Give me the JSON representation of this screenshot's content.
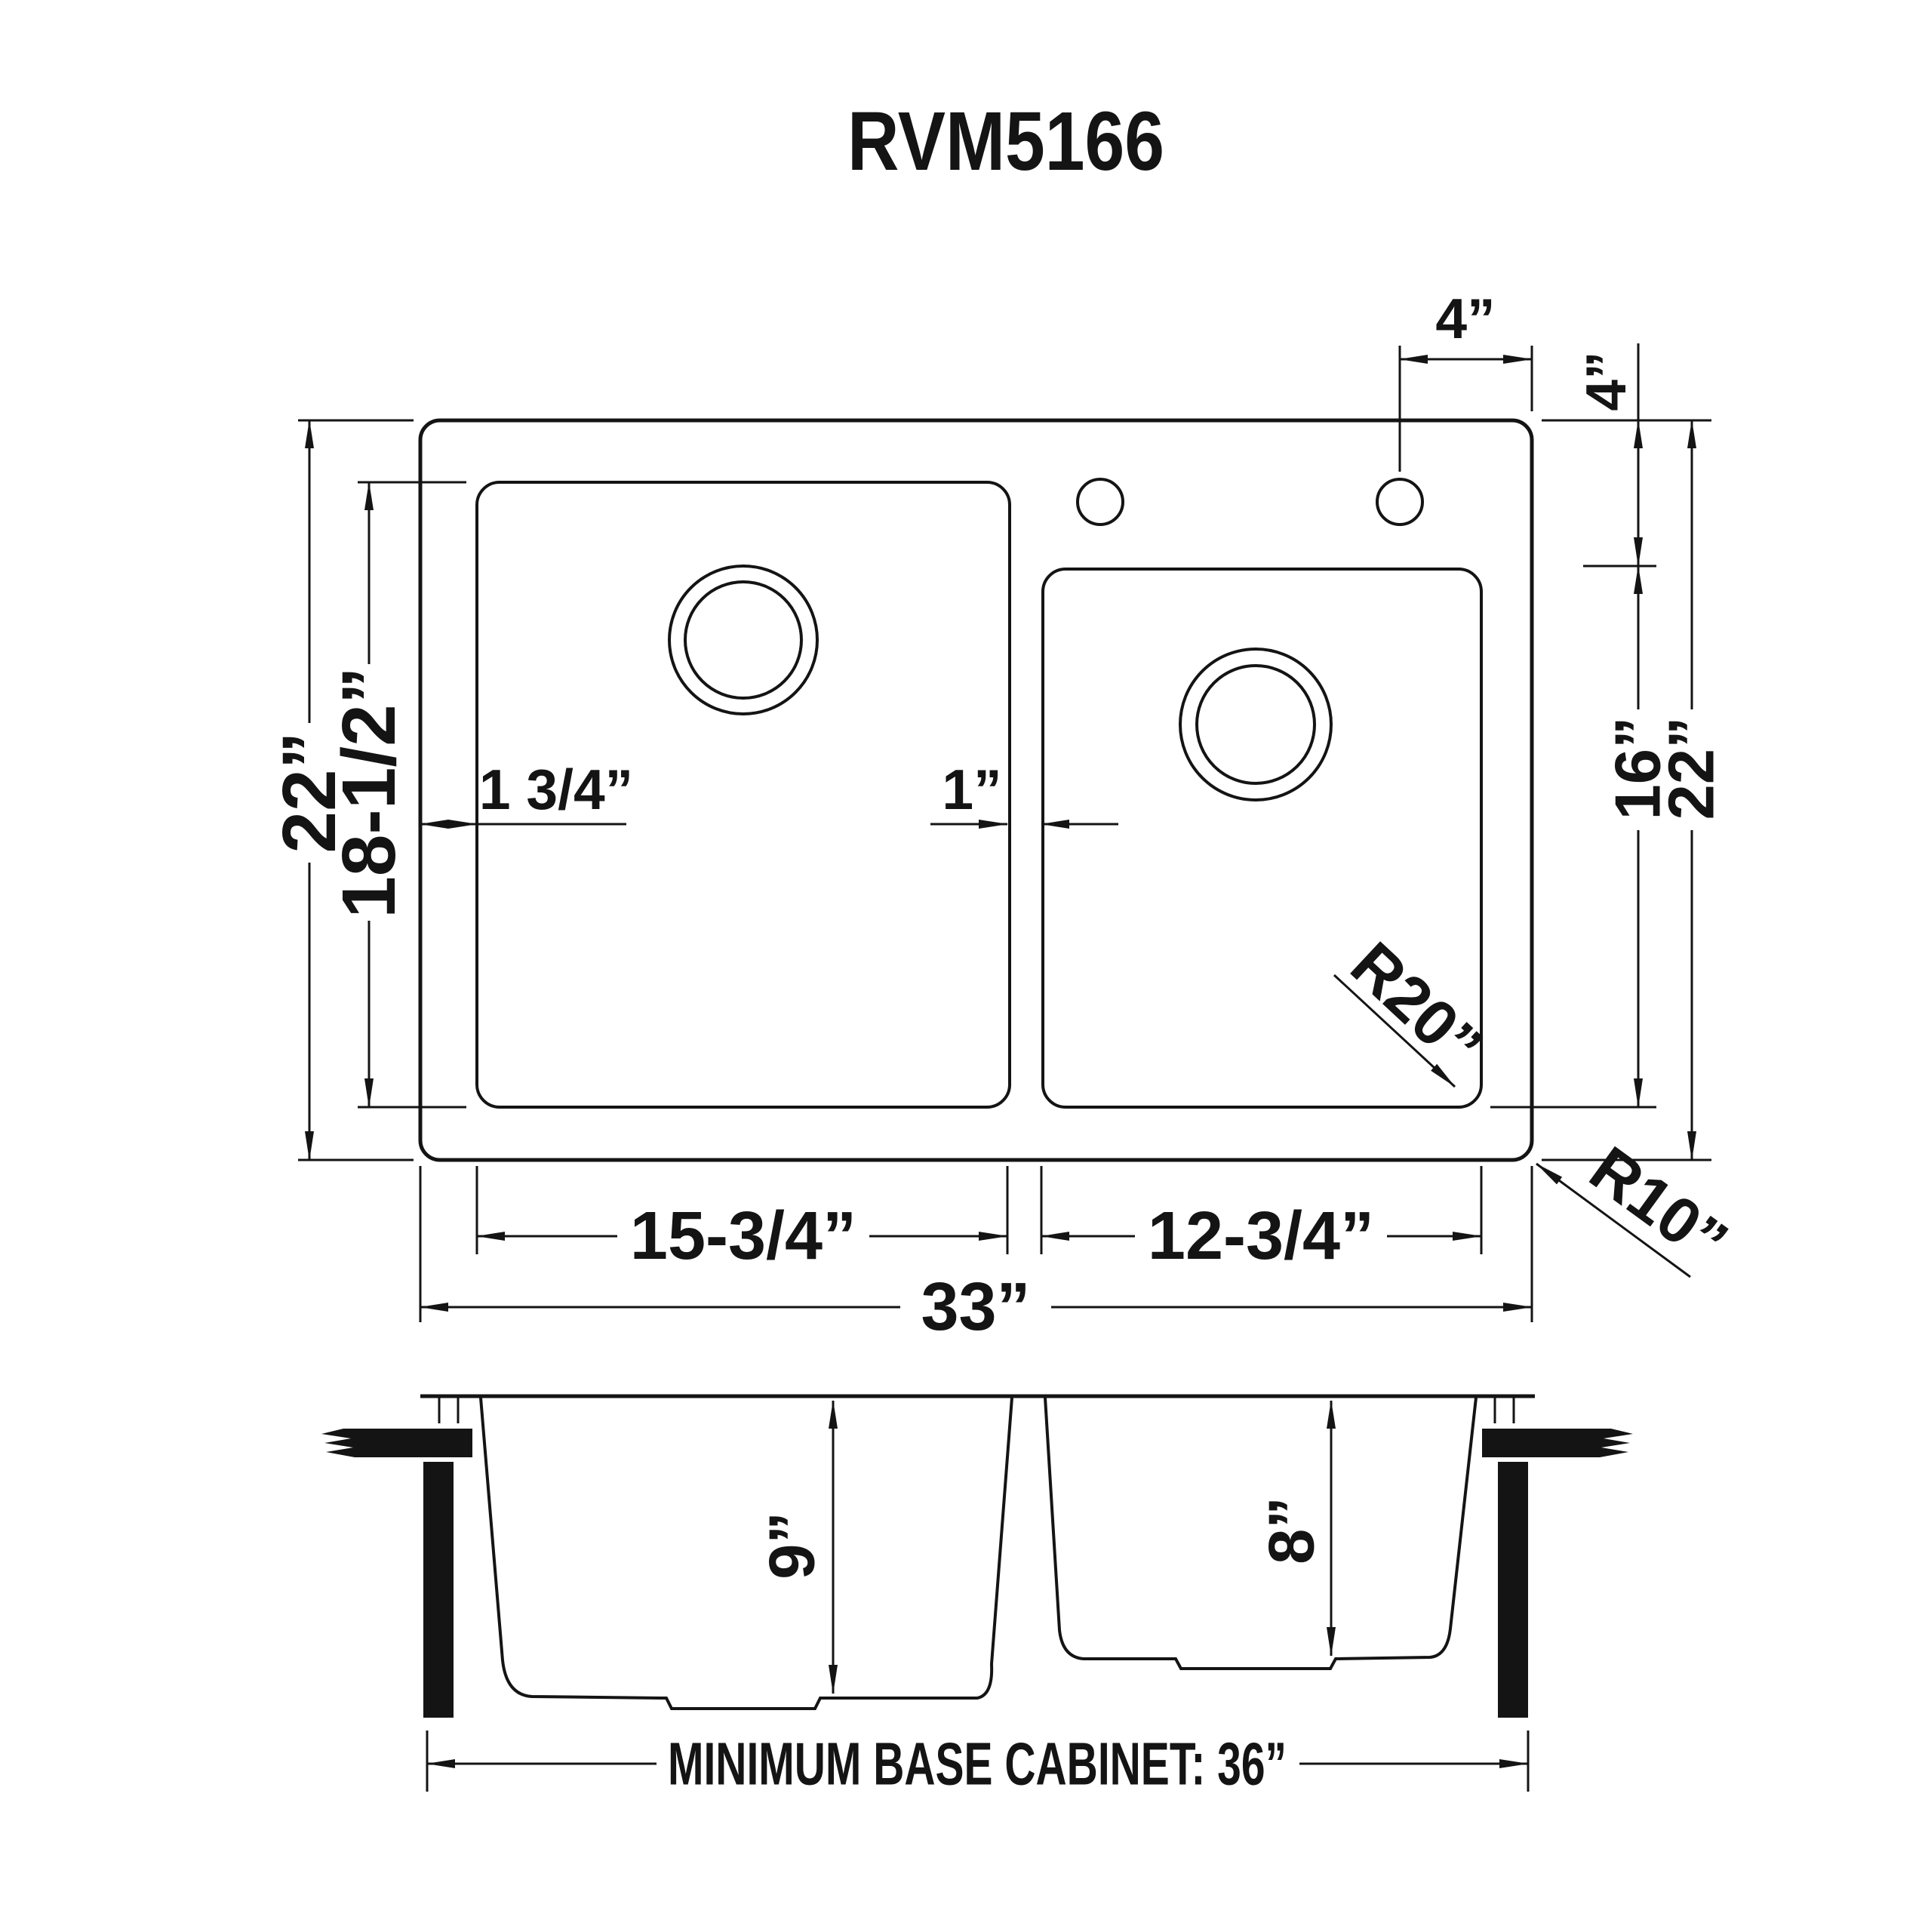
{
  "title": "RVM5166",
  "plan_view": {
    "overall_width": "33”",
    "overall_depth": "22”",
    "overall_depth_right": "22”",
    "left_bowl_depth": "18-1/2”",
    "left_bowl_width": "15-3/4”",
    "right_bowl_width": "12-3/4”",
    "right_bowl_height": "16”",
    "left_bowl_inset": "1 3/4”",
    "divider_width": "1”",
    "faucet_hole_spacing": "4”",
    "faucet_hole_setback": "4”",
    "bowl_corner_radius": "R20”",
    "sink_corner_radius": "R10”"
  },
  "section_view": {
    "left_bowl_depth": "9”",
    "right_bowl_depth": "8”",
    "cabinet_note": "MINIMUM BASE CABINET: 36”"
  }
}
